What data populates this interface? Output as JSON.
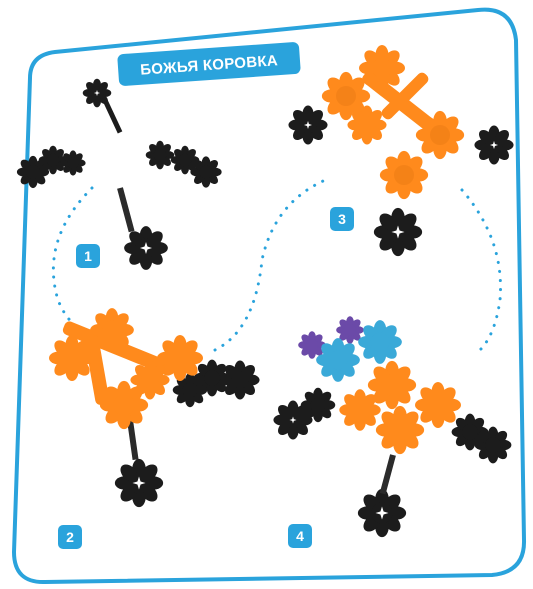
{
  "title": "БОЖЬЯ КОРОВКА",
  "steps": [
    {
      "number": "1"
    },
    {
      "number": "2"
    },
    {
      "number": "3"
    },
    {
      "number": "4"
    }
  ],
  "colors": {
    "frame": "#2aa3dc",
    "badge": "#2aa3dc",
    "orange_piece": "#ff8a1c",
    "black_piece": "#1c1c1c",
    "blue_piece": "#3aa9d8",
    "purple_piece": "#6b4aa8",
    "dots": "#2aa3dc"
  },
  "icons": [
    "flower-piece-icon",
    "connector-stick-icon"
  ]
}
